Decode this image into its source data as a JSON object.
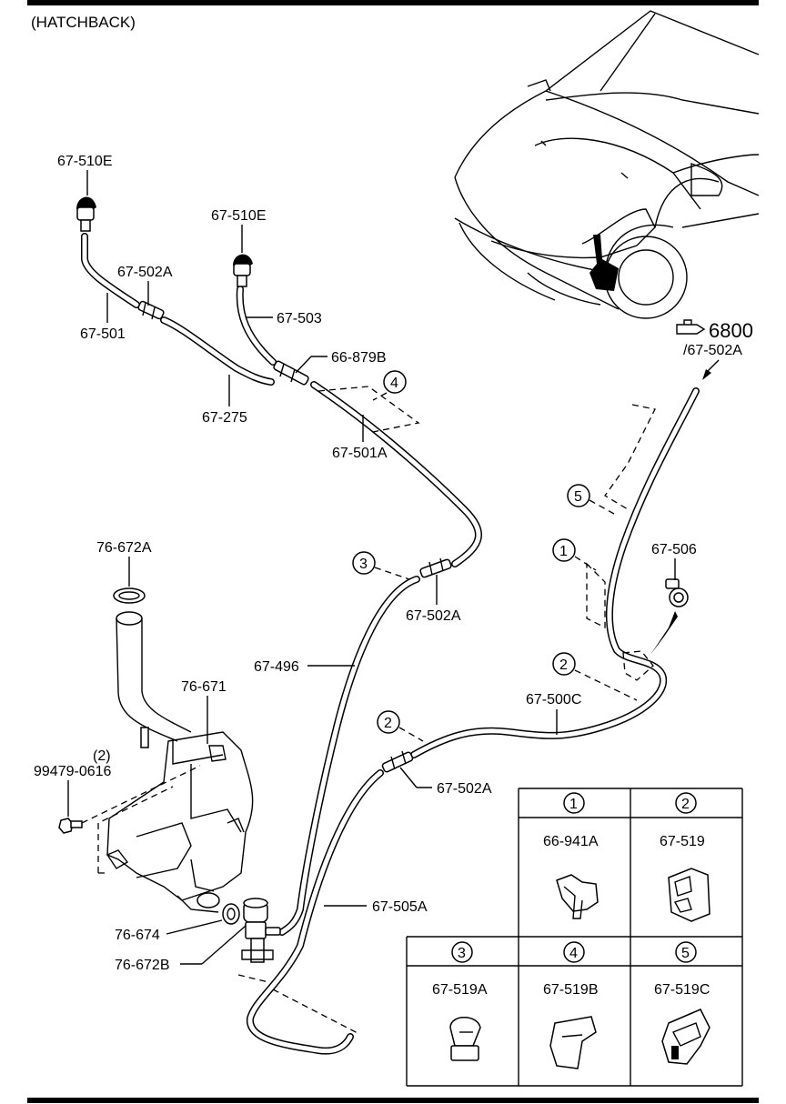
{
  "title": "(HATCHBACK)",
  "ref_note": {
    "icon": "reference-arrow-icon",
    "number": "6800",
    "sub": "/67-502A"
  },
  "labels": {
    "p67_510E_a": "67-510E",
    "p67_510E_b": "67-510E",
    "p67_502A_a": "67-502A",
    "p67_501": "67-501",
    "p67_503": "67-503",
    "p66_879B": "66-879B",
    "p67_275": "67-275",
    "p67_501A": "67-501A",
    "p67_502A_b": "67-502A",
    "p67_496": "67-496",
    "p76_672A": "76-672A",
    "p76_671": "76-671",
    "p99479_qty": "(2)",
    "p99479": "99479-0616",
    "p76_674": "76-674",
    "p76_672B": "76-672B",
    "p67_505A": "67-505A",
    "p67_502A_c": "67-502A",
    "p67_500C": "67-500C",
    "p67_506": "67-506"
  },
  "callouts": [
    "1",
    "2",
    "2",
    "3",
    "4",
    "5"
  ],
  "legend": {
    "cells": [
      {
        "num": "1",
        "part": "66-941A"
      },
      {
        "num": "2",
        "part": "67-519"
      },
      {
        "num": "3",
        "part": "67-519A"
      },
      {
        "num": "4",
        "part": "67-519B"
      },
      {
        "num": "5",
        "part": "67-519C"
      }
    ]
  }
}
